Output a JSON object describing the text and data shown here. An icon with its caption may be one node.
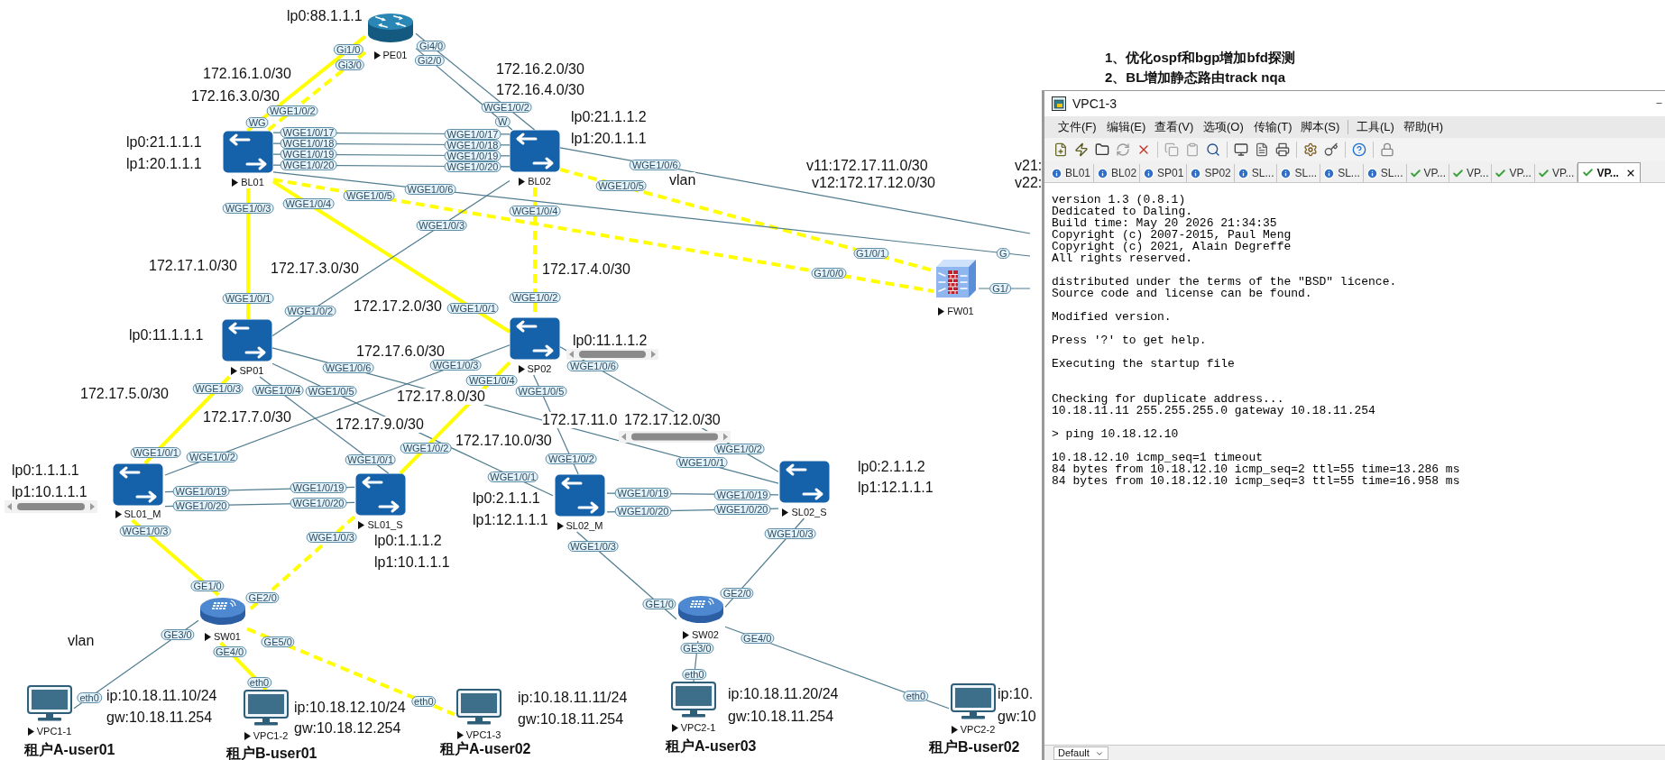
{
  "diagram": {
    "nodes": [
      {
        "text": [
          "PE01"
        ],
        "beside": [
          "lp0:88.1.1.1"
        ]
      },
      {
        "text": [
          "BL01"
        ],
        "beside": [
          "lp0:21.1.1.1",
          "lp1:20.1.1.1"
        ]
      },
      {
        "text": [
          "BL02"
        ],
        "beside": [
          "lp0:21.1.1.2",
          "lp1:20.1.1.1"
        ]
      },
      {
        "text": [
          "FW01"
        ]
      },
      {
        "text": [
          "SP01"
        ],
        "beside": [
          "lp0:11.1.1.1"
        ]
      },
      {
        "text": [
          "SP02"
        ],
        "beside": [
          "lp0:11.1.1.2"
        ]
      },
      {
        "text": [
          "SL01_M"
        ],
        "beside": [
          "lp0:1.1.1.1",
          "lp1:10.1.1.1"
        ]
      },
      {
        "text": [
          "SL01_S"
        ],
        "beside": [
          "lp0:1.1.1.2",
          "lp1:10.1.1.1"
        ]
      },
      {
        "text": [
          "SL02_M"
        ],
        "beside": [
          "lp0:2.1.1.1",
          "lp1:12.1.1.1"
        ]
      },
      {
        "text": [
          "SL02_S"
        ],
        "beside": [
          "lp0:2.1.1.2",
          "lp1:12.1.1.1"
        ]
      },
      {
        "text": [
          "SW01"
        ]
      },
      {
        "text": [
          "SW02"
        ]
      },
      {
        "text": [
          "VPC1-1"
        ],
        "beside": [
          "ip:10.18.11.10/24",
          "gw:10.18.11.254",
          "租户A-user01"
        ]
      },
      {
        "text": [
          "VPC1-2"
        ],
        "beside": [
          "ip:10.18.12.10/24",
          "gw:10.18.12.254",
          "租户B-user01"
        ]
      },
      {
        "text": [
          "VPC1-3"
        ],
        "beside": [
          "ip:10.18.11.11/24",
          "gw:10.18.11.254",
          "租户A-user02"
        ]
      },
      {
        "text": [
          "VPC2-1"
        ],
        "beside": [
          "ip:10.18.11.20/24",
          "gw:10.18.11.254",
          "租户A-user03"
        ]
      },
      {
        "text": [
          "VPC2-2"
        ],
        "beside": [
          "ip:10.",
          "gw:10",
          "租户B-user02"
        ]
      }
    ],
    "edges": [
      {
        "from": 0,
        "to": 1,
        "arrow": "none",
        "style": "thick",
        "color": "#ffff00"
      },
      {
        "from": 0,
        "to": 1,
        "arrow": "none",
        "style": "dashed",
        "color": "#ffff00"
      },
      {
        "from": 0,
        "to": 2,
        "arrow": "none"
      },
      {
        "from": 0,
        "to": 2,
        "arrow": "none"
      },
      {
        "from": 1,
        "to": 2,
        "arrow": "none"
      },
      {
        "from": 1,
        "to": 2,
        "arrow": "none"
      },
      {
        "from": 1,
        "to": 2,
        "arrow": "none"
      },
      {
        "from": 1,
        "to": 2,
        "arrow": "none"
      },
      {
        "from": 1,
        "to": 3,
        "arrow": "none",
        "style": "dashed",
        "color": "#ffff00"
      },
      {
        "from": 2,
        "to": 3,
        "arrow": "none",
        "style": "dashed",
        "color": "#ffff00"
      },
      {
        "from": 1,
        "to": null,
        "arrow": "none"
      },
      {
        "from": 2,
        "to": null,
        "arrow": "none"
      },
      {
        "from": 3,
        "to": null,
        "arrow": "none"
      },
      {
        "from": 1,
        "to": 4,
        "arrow": "none",
        "style": "thick",
        "color": "#ffff00"
      },
      {
        "from": 1,
        "to": 5,
        "arrow": "none",
        "style": "thick",
        "color": "#ffff00"
      },
      {
        "from": 2,
        "to": 4,
        "arrow": "none"
      },
      {
        "from": 2,
        "to": 5,
        "arrow": "none",
        "style": "dashed",
        "color": "#ffff00"
      },
      {
        "from": 4,
        "to": 6,
        "arrow": "none",
        "style": "thick",
        "color": "#ffff00"
      },
      {
        "from": 4,
        "to": 7,
        "arrow": "none"
      },
      {
        "from": 4,
        "to": 8,
        "arrow": "none"
      },
      {
        "from": 4,
        "to": 9,
        "arrow": "none"
      },
      {
        "from": 5,
        "to": 6,
        "arrow": "none"
      },
      {
        "from": 5,
        "to": 7,
        "arrow": "none",
        "style": "thick",
        "color": "#ffff00"
      },
      {
        "from": 5,
        "to": 8,
        "arrow": "none"
      },
      {
        "from": 5,
        "to": 9,
        "arrow": "none"
      },
      {
        "from": 6,
        "to": 7,
        "arrow": "none"
      },
      {
        "from": 6,
        "to": 7,
        "arrow": "none"
      },
      {
        "from": 8,
        "to": 9,
        "arrow": "none"
      },
      {
        "from": 8,
        "to": 9,
        "arrow": "none"
      },
      {
        "from": 6,
        "to": 10,
        "arrow": "none",
        "style": "thick",
        "color": "#ffff00"
      },
      {
        "from": 7,
        "to": 10,
        "arrow": "none",
        "style": "dashed",
        "color": "#ffff00"
      },
      {
        "from": 8,
        "to": 11,
        "arrow": "none"
      },
      {
        "from": 9,
        "to": 11,
        "arrow": "none"
      },
      {
        "from": 10,
        "to": 12,
        "arrow": "none"
      },
      {
        "from": 10,
        "to": 13,
        "arrow": "none",
        "style": "thick",
        "color": "#ffff00"
      },
      {
        "from": 10,
        "to": 14,
        "arrow": "none",
        "style": "dashed",
        "color": "#ffff00"
      },
      {
        "from": 11,
        "to": 15,
        "arrow": "none"
      },
      {
        "from": 11,
        "to": 16,
        "arrow": "none"
      }
    ],
    "labels": [
      "172.16.1.0/30",
      "172.16.3.0/30",
      "172.16.2.0/30",
      "172.16.4.0/30",
      "vlan",
      "v11:172.17.11.0/30",
      "v12:172.17.12.0/30",
      "v21:",
      "v22:",
      "172.17.1.0/30",
      "172.17.3.0/30",
      "172.17.2.0/30",
      "172.17.4.0/30",
      "172.17.6.0/30",
      "172.17.5.0/30",
      "172.17.7.0/30",
      "172.17.8.0/30",
      "172.17.9.0/30",
      "172.17.10.0/30",
      "172.17.11.0",
      "172.17.12.0/30",
      "vlan",
      "Gi1/0",
      "WG",
      "Gi3/0",
      "WGE1/0/2",
      "Gi4/0",
      "WGE1/0/2",
      "Gi2/0",
      "W",
      "WGE1/0/17",
      "WGE1/0/17",
      "WGE1/0/18",
      "WGE1/0/18",
      "WGE1/0/19",
      "WGE1/0/19",
      "WGE1/0/20",
      "WGE1/0/20",
      "WGE1/0/5",
      "G1/0/0",
      "WGE1/0/5",
      "G1/0/1",
      "WGE1/0/6",
      "G",
      "WGE1/0/6",
      "G1/",
      "WGE1/0/3",
      "WGE1/0/1",
      "WGE1/0/4",
      "WGE1/0/1",
      "WGE1/0/3",
      "WGE1/0/2",
      "WGE1/0/4",
      "WGE1/0/2",
      "WGE1/0/3",
      "WGE1/0/1",
      "WGE1/0/4",
      "WGE1/0/1",
      "WGE1/0/5",
      "WGE1/0/1",
      "WGE1/0/6",
      "WGE1/0/1",
      "WGE1/0/3",
      "WGE1/0/2",
      "WGE1/0/4",
      "WGE1/0/2",
      "WGE1/0/5",
      "WGE1/0/2",
      "WGE1/0/6",
      "WGE1/0/2",
      "WGE1/0/19",
      "WGE1/0/19",
      "WGE1/0/20",
      "WGE1/0/20",
      "WGE1/0/19",
      "WGE1/0/19",
      "WGE1/0/20",
      "WGE1/0/20",
      "WGE1/0/3",
      "GE1/0",
      "WGE1/0/3",
      "GE2/0",
      "WGE1/0/3",
      "GE1/0",
      "WGE1/0/3",
      "GE2/0",
      "GE3/0",
      "eth0",
      "GE4/0",
      "eth0",
      "GE5/0",
      "eth0",
      "GE3/0",
      "eth0",
      "GE4/0",
      "eth0",
      "1、优化ospf和bgp增加bfd探测",
      "2、BL增加静态路由track nqa",
      "VPC1-3",
      "文件(F)",
      "编辑(E)",
      "查看(V)",
      "选项(O)",
      "传输(T)",
      "脚本(S)",
      "工具(L)",
      "帮助(H)",
      "BL01",
      "BL02",
      "SP01",
      "SP02",
      "SL...",
      "SL...",
      "SL...",
      "SL...",
      "VP...",
      "VP...",
      "VP...",
      "VP...",
      "VP...",
      "version 1.3 (0.8.1)",
      "Dedicated to Daling.",
      "Build time: May 20 2026 21:34:35",
      "Copyright (c) 2007-2015, Paul Meng",
      "Copyright (c) 2021, Alain Degreffe",
      "All rights reserved.",
      "distributed under the terms of the \"BSD\" licence.",
      "Source code and license can be found.",
      "Modified version.",
      "Press '?' to get help.",
      "Executing the startup file",
      "Checking for duplicate address...",
      "10.18.11.11 255.255.255.0 gateway 10.18.11.254",
      "> ping 10.18.12.10",
      "10.18.12.10 icmp_seq=1 timeout",
      "84 bytes from 10.18.12.10 icmp_seq=2 ttl=55 time=13.286 ms",
      "84 bytes from 10.18.12.10 icmp_seq=3 ttl=55 time=16.958 ms",
      "Default"
    ]
  }
}
